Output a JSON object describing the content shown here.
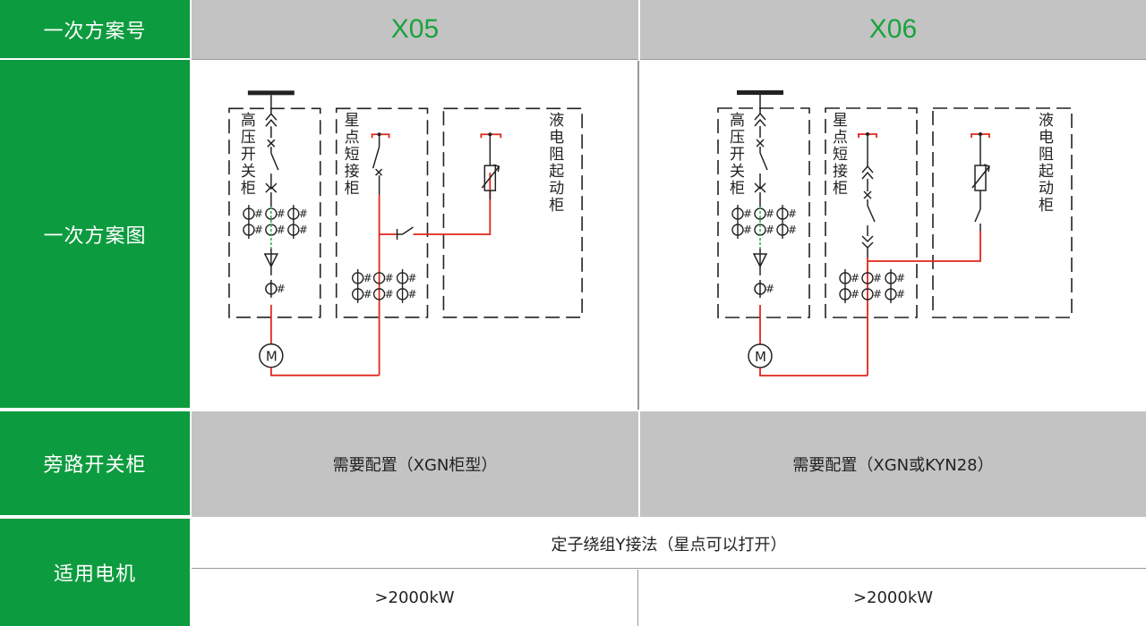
{
  "colors": {
    "green": "#0d9b3f",
    "header_text": "#18a33c",
    "gray": "#c3c3c3",
    "wire_red": "#e0261b",
    "wire_green": "#2ea84a"
  },
  "row_labels": {
    "scheme_no": "一次方案号",
    "scheme_diagram": "一次方案图",
    "bypass_cabinet": "旁路开关柜",
    "applicable_motor": "适用电机"
  },
  "schemes": [
    {
      "id": "X05",
      "bypass": "需要配置（XGN柜型）",
      "power": ">2000kW",
      "diagram": {
        "hv_cabinet": [
          "高",
          "压",
          "开",
          "关",
          "柜"
        ],
        "star_cabinet": [
          "星",
          "点",
          "短",
          "接",
          "柜"
        ],
        "liquid_cabinet": [
          "液",
          "电",
          "阻",
          "起",
          "动",
          "柜"
        ],
        "motor": "M"
      }
    },
    {
      "id": "X06",
      "bypass": "需要配置（XGN或KYN28）",
      "power": ">2000kW",
      "diagram": {
        "hv_cabinet": [
          "高",
          "压",
          "开",
          "关",
          "柜"
        ],
        "star_cabinet": [
          "星",
          "点",
          "短",
          "接",
          "柜"
        ],
        "liquid_cabinet": [
          "液",
          "电",
          "阻",
          "起",
          "动",
          "柜"
        ],
        "motor": "M"
      }
    }
  ],
  "motor_connection": "定子绕组Y接法（星点可以打开）"
}
